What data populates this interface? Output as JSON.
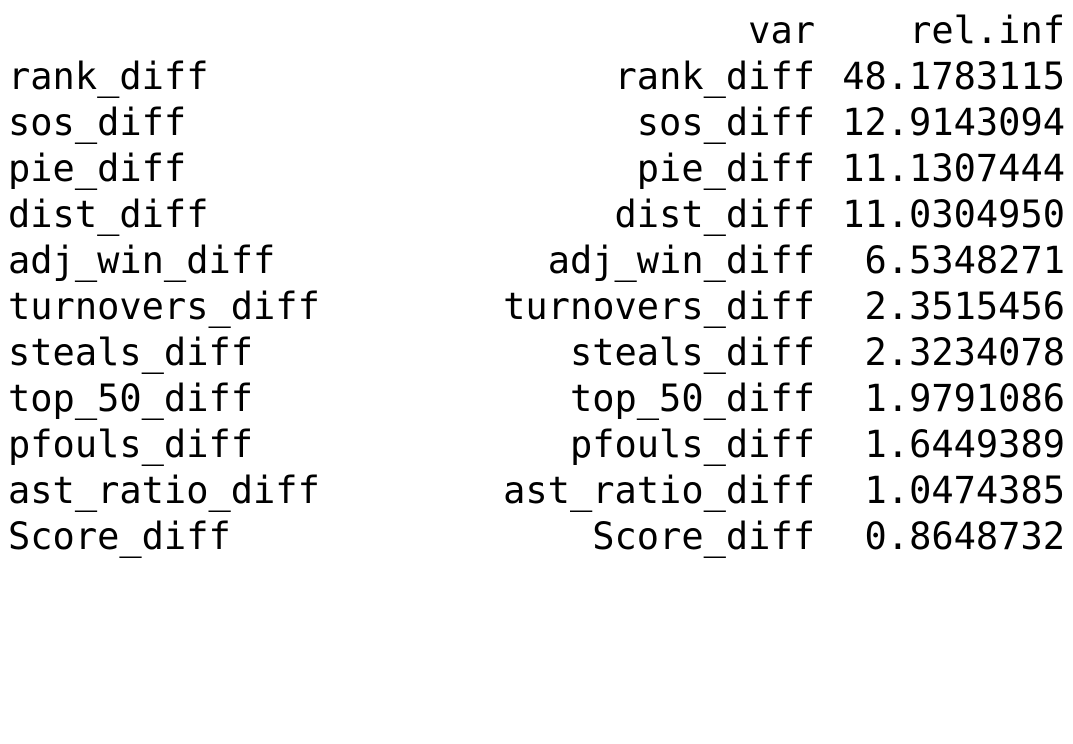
{
  "table": {
    "headers": {
      "var": "var",
      "rel_inf": "rel.inf"
    },
    "rows": [
      {
        "name": "rank_diff",
        "var": "rank_diff",
        "rel_inf": "48.1783115"
      },
      {
        "name": "sos_diff",
        "var": "sos_diff",
        "rel_inf": "12.9143094"
      },
      {
        "name": "pie_diff",
        "var": "pie_diff",
        "rel_inf": "11.1307444"
      },
      {
        "name": "dist_diff",
        "var": "dist_diff",
        "rel_inf": "11.0304950"
      },
      {
        "name": "adj_win_diff",
        "var": "adj_win_diff",
        "rel_inf": "6.5348271"
      },
      {
        "name": "turnovers_diff",
        "var": "turnovers_diff",
        "rel_inf": "2.3515456"
      },
      {
        "name": "steals_diff",
        "var": "steals_diff",
        "rel_inf": "2.3234078"
      },
      {
        "name": "top_50_diff",
        "var": "top_50_diff",
        "rel_inf": "1.9791086"
      },
      {
        "name": "pfouls_diff",
        "var": "pfouls_diff",
        "rel_inf": "1.6449389"
      },
      {
        "name": "ast_ratio_diff",
        "var": "ast_ratio_diff",
        "rel_inf": "1.0474385"
      },
      {
        "name": "Score_diff",
        "var": "Score_diff",
        "rel_inf": "0.8648732"
      }
    ]
  }
}
